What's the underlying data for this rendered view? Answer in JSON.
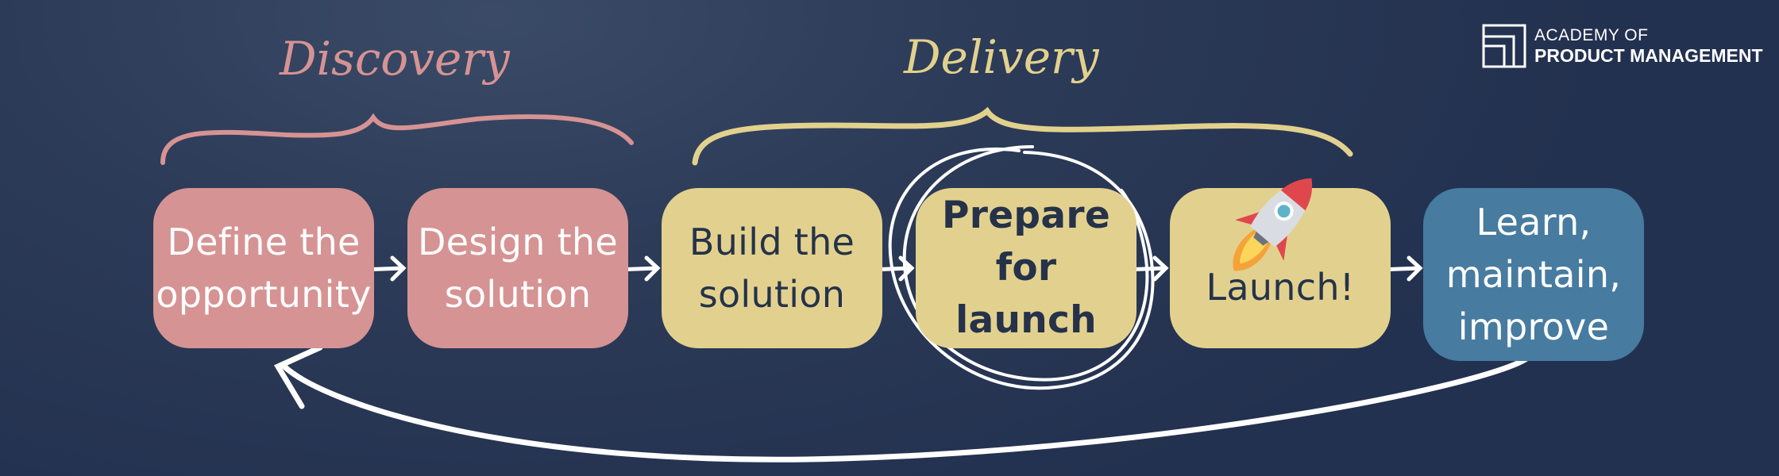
{
  "phases": {
    "discovery": "Discovery",
    "delivery": "Delivery"
  },
  "steps": [
    {
      "label": "Define the\nopportunity"
    },
    {
      "label": "Design the\nsolution"
    },
    {
      "label": "Build the\nsolution"
    },
    {
      "label": "Prepare for\nlaunch"
    },
    {
      "label": "Launch!"
    },
    {
      "label": "Learn,\nmaintain,\nimprove"
    }
  ],
  "logo": {
    "line1": "ACADEMY OF",
    "line2": "PRODUCT MANAGEMENT"
  },
  "colors": {
    "discovery": "#d69393",
    "delivery": "#e2d18e",
    "learn": "#477ba0",
    "background": "#2c3b57"
  }
}
